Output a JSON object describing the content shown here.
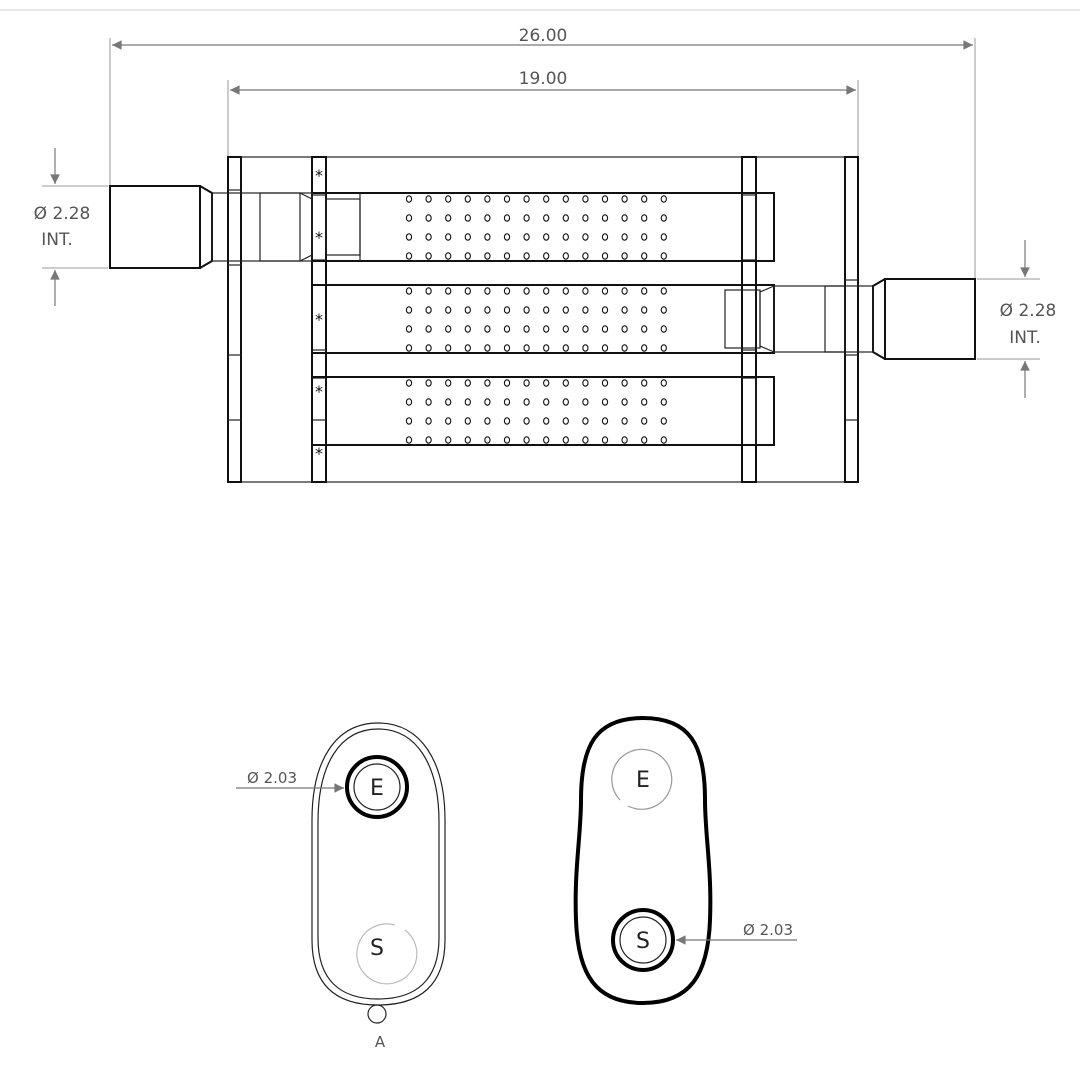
{
  "dimensions": {
    "overall_length": "26.00",
    "body_length": "19.00",
    "inlet_diameter": "2.28",
    "inlet_note": "INT.",
    "outlet_diameter": "2.28",
    "outlet_note": "INT.",
    "end_left_diameter": "2.03",
    "end_right_diameter": "2.03",
    "diameter_symbol": "Ø"
  },
  "markers": {
    "baffle_mark": "*"
  },
  "end_views": {
    "left": {
      "top_port": "E",
      "bottom_port": "S",
      "detail": "A"
    },
    "right": {
      "top_port": "E",
      "bottom_port": "S"
    }
  },
  "colors": {
    "line": "#111111",
    "dimension": "#777777",
    "background": "#ffffff"
  }
}
